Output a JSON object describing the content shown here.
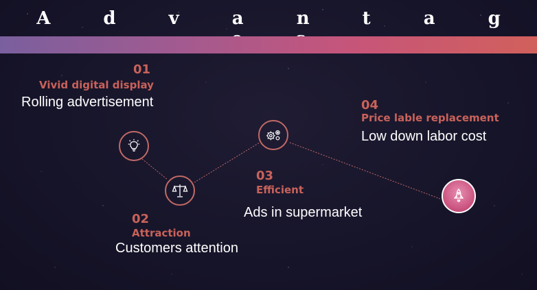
{
  "title": "A d v a n t a g e s",
  "colors": {
    "accent": "#c9625a",
    "band_start": "#7a5f9e",
    "band_end": "#d1605c",
    "background": "#17152a",
    "text": "#ffffff"
  },
  "items": [
    {
      "number": "01",
      "subtitle": "Vivid digital display",
      "text": "Rolling advertisement",
      "icon": "lightbulb-icon"
    },
    {
      "number": "02",
      "subtitle": "Attraction",
      "text": "Customers attention",
      "icon": "scales-icon"
    },
    {
      "number": "03",
      "subtitle": "Efficient",
      "text": "Ads in supermarket",
      "icon": "gears-icon"
    },
    {
      "number": "04",
      "subtitle": "Price lable replacement",
      "text": "Low down labor cost",
      "icon": "rocket-icon"
    }
  ]
}
